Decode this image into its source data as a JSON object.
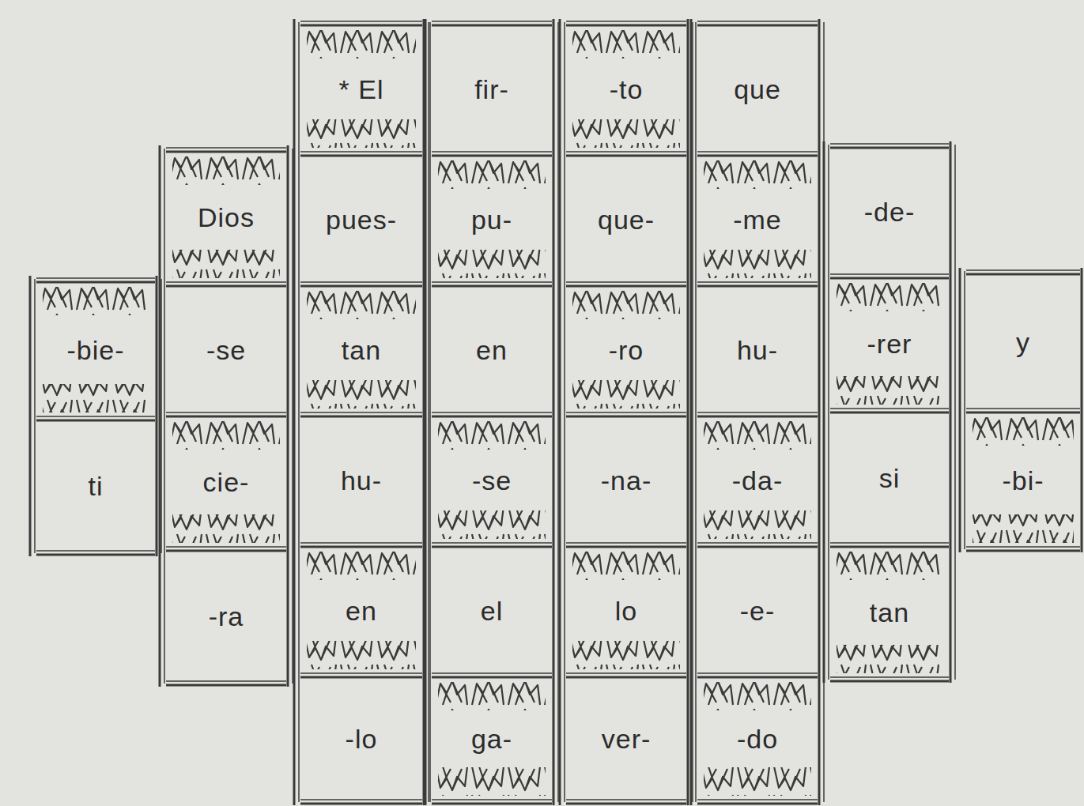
{
  "diagram": {
    "nodes": [
      {
        "text": [
          "-bie-"
        ]
      },
      {
        "text": [
          "ti"
        ]
      },
      {
        "text": [
          "Dios"
        ]
      },
      {
        "text": [
          "-se"
        ]
      },
      {
        "text": [
          "cie-"
        ]
      },
      {
        "text": [
          "-ra"
        ]
      },
      {
        "text": [
          "* El"
        ]
      },
      {
        "text": [
          "pues-"
        ]
      },
      {
        "text": [
          "tan"
        ]
      },
      {
        "text": [
          "hu-"
        ]
      },
      {
        "text": [
          "en"
        ]
      },
      {
        "text": [
          "-lo"
        ]
      },
      {
        "text": [
          "fir-"
        ]
      },
      {
        "text": [
          "pu-"
        ]
      },
      {
        "text": [
          "en"
        ]
      },
      {
        "text": [
          "-se"
        ]
      },
      {
        "text": [
          "el"
        ]
      },
      {
        "text": [
          "ga-"
        ]
      },
      {
        "text": [
          "-to"
        ]
      },
      {
        "text": [
          "que-"
        ]
      },
      {
        "text": [
          "-ro"
        ]
      },
      {
        "text": [
          "-na-"
        ]
      },
      {
        "text": [
          "lo"
        ]
      },
      {
        "text": [
          "ver-"
        ]
      },
      {
        "text": [
          "que"
        ]
      },
      {
        "text": [
          "-me"
        ]
      },
      {
        "text": [
          "hu-"
        ]
      },
      {
        "text": [
          "-da-"
        ]
      },
      {
        "text": [
          "-e-"
        ]
      },
      {
        "text": [
          "-do"
        ]
      },
      {
        "text": [
          "-de-"
        ]
      },
      {
        "text": [
          "-rer"
        ]
      },
      {
        "text": [
          "si"
        ]
      },
      {
        "text": [
          "tan"
        ]
      },
      {
        "text": [
          "y"
        ]
      },
      {
        "text": [
          "-bi-"
        ]
      }
    ]
  }
}
